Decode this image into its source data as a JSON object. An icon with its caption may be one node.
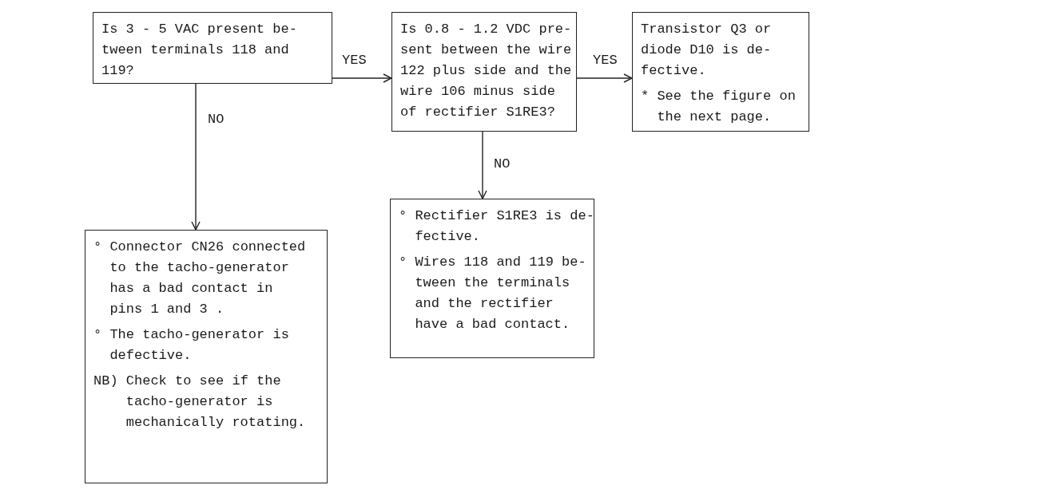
{
  "diagram": {
    "nodes": [
      {
        "text": [
          "Is 3 - 5 VAC present be- tween terminals 118 and 119?"
        ]
      },
      {
        "text": [
          "Is 0.8 - 1.2 VDC pre- sent between the wire 122 plus side and the wire 106 minus side of rectifier S1RE3?"
        ]
      },
      {
        "text": [
          "Transistor Q3 or diode D10 is de- fective.",
          "* See the figure on the next page."
        ]
      },
      {
        "text": [
          "° Connector CN26 connected to the tacho-generator has a bad contact in pins 1 and 3 .",
          "° The tacho-generator is defective.",
          "NB) Check to see if the tacho-generator is mechanically rotating."
        ]
      },
      {
        "text": [
          "° Rectifier S1RE3 is de- fective.",
          "° Wires 118 and 119 be- tween the terminals and the rectifier have a bad contact."
        ]
      }
    ],
    "edges": [
      {
        "from": 0,
        "to": 1,
        "arrow": "to",
        "label": "YES"
      },
      {
        "from": 1,
        "to": 2,
        "arrow": "to",
        "label": "YES"
      },
      {
        "from": 0,
        "to": 3,
        "arrow": "to",
        "label": "NO"
      },
      {
        "from": 1,
        "to": 4,
        "arrow": "to",
        "label": "NO"
      }
    ]
  }
}
